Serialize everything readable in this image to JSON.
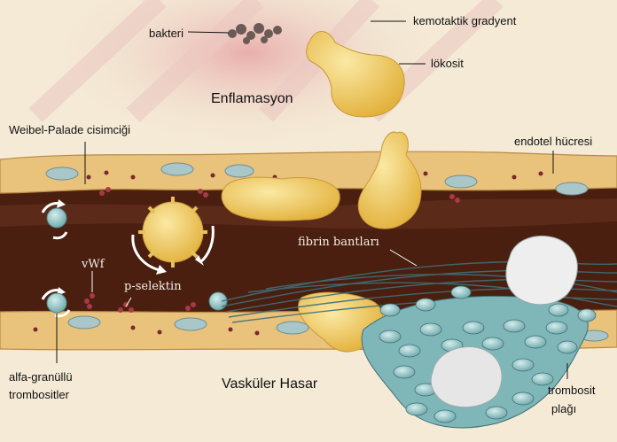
{
  "labels": {
    "bakteri": "bakteri",
    "kemotaktik": "kemotaktik gradyent",
    "lokosit": "lökosit",
    "enflamasyon": "Enflamasyon",
    "weibel": "Weibel-Palade cisimciği",
    "endotel": "endotel hücresi",
    "fibrin": "fibrin bantları",
    "vwf": "vWf",
    "pselektin": "p-selektin",
    "alfa1": "alfa-granüllü",
    "alfa2": "trombositler",
    "vaskuler": "Vasküler Hasar",
    "trombosit1": "trombosit",
    "trombosit2": "plağı"
  },
  "colors": {
    "background": "#f4ead6",
    "vessel_lumen": "#4a1f10",
    "endothelium": "#e9c27c",
    "leukocyte": "#f0cf5e",
    "platelet": "#8fc3c4",
    "fibrin": "#3f6f78"
  }
}
